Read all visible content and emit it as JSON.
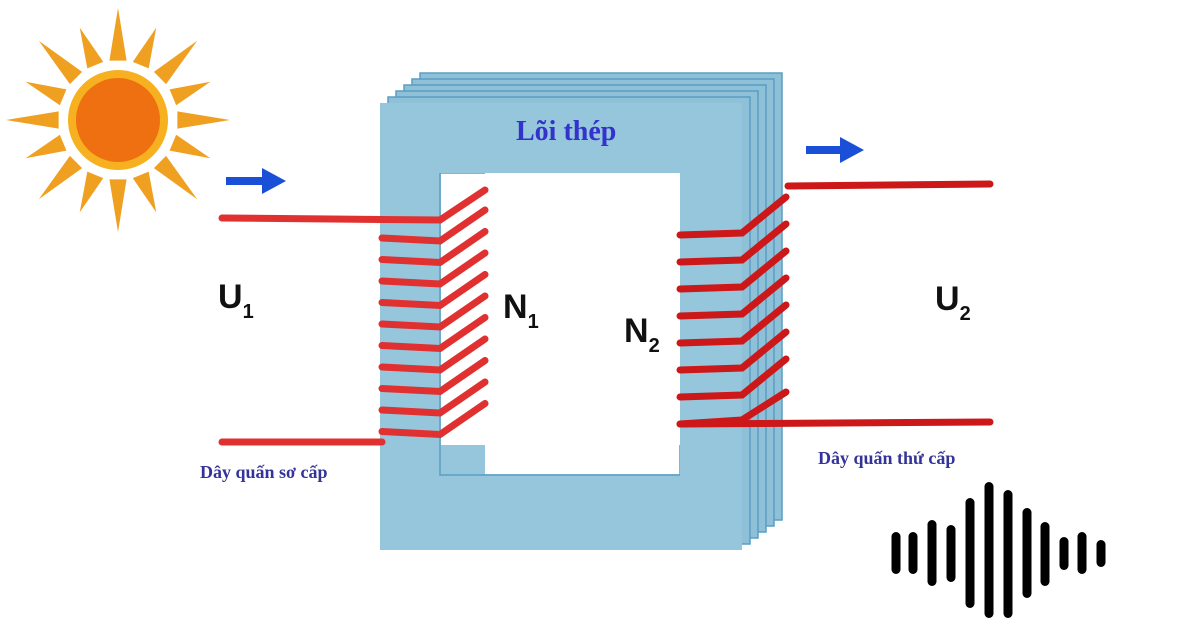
{
  "core_label": "Lõi thép",
  "primary": {
    "voltage": "U",
    "voltage_sub": "1",
    "turns": "N",
    "turns_sub": "1",
    "winding_label": "Dây quấn sơ cấp"
  },
  "secondary": {
    "voltage": "U",
    "voltage_sub": "2",
    "turns": "N",
    "turns_sub": "2",
    "winding_label": "Dây quấn thứ cấp"
  },
  "icons": [
    "sun-icon",
    "arrow-right-icon",
    "sound-wave-icon"
  ],
  "colors": {
    "core": "#95c6dc",
    "core_edge": "#5a9ec2",
    "wire": "#e03030",
    "label": "#3333cc",
    "arrow": "#1a4fd8",
    "sun": "#f0a020"
  }
}
